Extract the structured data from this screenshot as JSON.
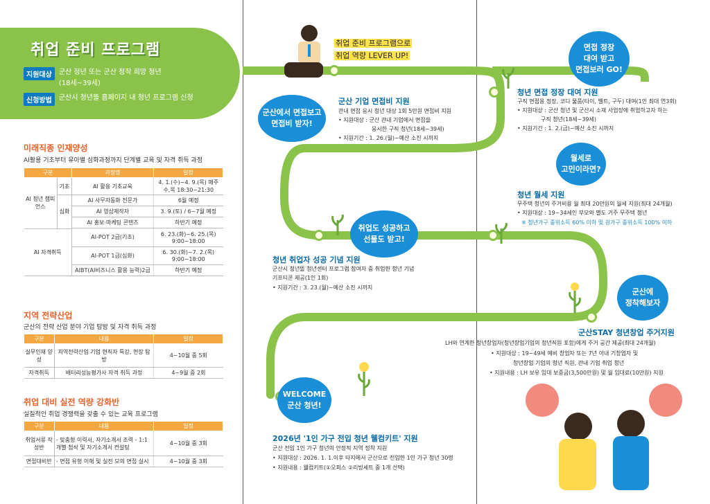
{
  "left": {
    "title": "취업 준비 프로그램",
    "target_tag": "지원대상",
    "target_text_1": "군산 청년 또는 군산 정착 희망 청년",
    "target_text_2": "(18세~39세)",
    "method_tag": "신청방법",
    "method_text": "군산시 청년뜰 홈페이지 내 청년 프로그램 신청",
    "sec1": {
      "title": "미래직종 인재양성",
      "desc": "AI활용 기초부터 유아별 심화과정까지 단계별 교육 및 자격 취득 과정",
      "headers": [
        "구분",
        "과정명",
        "일정"
      ],
      "group1": "AI 청년 챔피언스",
      "basic": "기초",
      "advanced": "심화",
      "cert_group": "AI 자격취득",
      "rows": [
        {
          "course": "AI 활용 기초교육",
          "schedule": "4. 1.(수)~4. 9.(목) 매주 수,목 18:30~21:30"
        },
        {
          "course": "AI 사무자동화 전문가",
          "schedule": "6월 예정"
        },
        {
          "course": "AI 영상제작자",
          "schedule": "3. 9.(토) / 6~7월 예정"
        },
        {
          "course": "AI 홍보·마케팅 콘텐츠",
          "schedule": "하반기 예정"
        },
        {
          "course": "AI-POT 2급(기초)",
          "schedule": "6. 23.(화)~6. 25.(목) 9:00~18:00"
        },
        {
          "course": "AI-POT 1급(심화)",
          "schedule": "6. 30.(화)~7. 2.(목) 9:00~18:00"
        },
        {
          "course": "AIBT(AI비즈니스 활용 능력)2급",
          "schedule": "하반기 예정"
        }
      ]
    },
    "sec2": {
      "title": "지역 전략산업",
      "desc": "군산의 전략 산업 분야 기업 탐방 및 자격 취득 과정",
      "headers": [
        "구분",
        "내용",
        "일정"
      ],
      "rows": [
        {
          "type": "실무인재 양성",
          "content": "지역전략산업 기업 현직자 특강, 현장 탐방",
          "schedule": "4~10월 중 5회"
        },
        {
          "type": "자격취득",
          "content": "배터리성능평가사 자격 취득 과정",
          "schedule": "4~9월 중 2회"
        }
      ]
    },
    "sec3": {
      "title": "취업 대비 실전 역량 강화반",
      "desc": "실질적인 취업 경쟁력을 갖출 수 있는 교육 프로그램",
      "headers": [
        "구분",
        "내용",
        "일정"
      ],
      "rows": [
        {
          "type": "취업서류 작성반",
          "content": "- 맞춤형 이력서, 자기소개서 조력 - 1:1 개별 첨삭 및 자기소개서 컨설팅",
          "schedule": "4~10월 중 3회"
        },
        {
          "type": "면접대비반",
          "content": "- 면접 유형 이해 및 실전 모의 면접 실시",
          "schedule": "4~10월 중 3회"
        }
      ]
    }
  },
  "road": {
    "intro_1": "취업 준비 프로그램으로",
    "intro_2": "취업 역량 LEVER UP!",
    "bubble1": [
      "군산에서 면접보고",
      "면접비 받자!"
    ],
    "bubble2": [
      "취업도 성공하고",
      "선물도 받고!"
    ],
    "bubble3": [
      "WELCOME",
      "군산 청년!"
    ],
    "bubble4": [
      "면접 정장",
      "대여 받고",
      "면접보러 GO!"
    ],
    "bubble5": [
      "월세로",
      "고민이라면?"
    ],
    "bubble6": [
      "군산에",
      "정착해보자"
    ],
    "p1": {
      "title": "군산 기업 면접비 지원",
      "l1": "관내 면접 응시 청년 대상 1회 5만원 면접비 지원",
      "l2": "• 지원대상 : 군산 관내 기업에서 면접을",
      "l3": "응시한 구직 청년(18세~39세)",
      "l4": "• 지원기간 : 1. 26.(월)~예산 소진 시까지"
    },
    "p2": {
      "title": "청년 면접 정장 대여 지원",
      "l1": "구직 면접용 정장, 코디 물품(타이, 벨트, 구두) 대여(1인 최대 연3회)",
      "l2": "• 지원대상 : 군산 청년 및 군산시 소재 사업장에 취업하고자 하는",
      "l3": "구직 청년(18세~39세)",
      "l4": "• 지원기간 : 1. 2.(금)~예산 소진 시까지"
    },
    "p3": {
      "title": "청년 월세 지원",
      "l1": "무주택 청년의 주거비용 월 최대 20만원의 월세 지원(최대 24개월)",
      "l2": "• 지원대상 : 19~34세인 부모와 별도 거주 무주택 청년",
      "note": "※ 청년가구 중위소득 60% 이하 및 원가구 중위소득 100% 이하"
    },
    "p4": {
      "title": "청년 취업자 성공 기념 지원",
      "l1": "군산시 청년뜰 청년센터 프로그램 참여자 중 취업한 청년 기념",
      "l2": "기프티콘 제공(1인 1회)",
      "l3": "• 지원기간 : 3. 23.(월)~예산 소진 시까지"
    },
    "p5": {
      "title": "군산STAY 청년창업 주거지원",
      "l1": "LH와 연계한 청년창업자(청년창업기업의 청년직원 포함)에게 주거 공간 제공(최대 24개월)",
      "l2": "• 지원대상 : 19~49세 예비 창업자 또는 7년 이내 기창업자 및",
      "l3": "청년창업 기업의 청년 직원, 관내 기업 취업 청년",
      "l4": "• 지원내용 : LH 보유 임대 보증금(3,500만원) 및 월 임대료(10만원) 지원"
    },
    "p6": {
      "title": "2026년 '1인 가구 전입 청년 웰컴키트' 지원",
      "l1": "군산 전입 1인 가구 청년의 안정적 지역 정착 지원",
      "l2": "• 지원대상 : 2026. 1. 1.이후 타지에서 군산으로 전입한 1인 가구 청년 30명",
      "l3": "• 지원내용 : 웰컴키트(①오피스 ②리빙세트 중 1개 선택)"
    },
    "colors": {
      "road": "#8bc34a",
      "bubble": "#1a8fd8",
      "title": "#0b6aa8"
    }
  }
}
